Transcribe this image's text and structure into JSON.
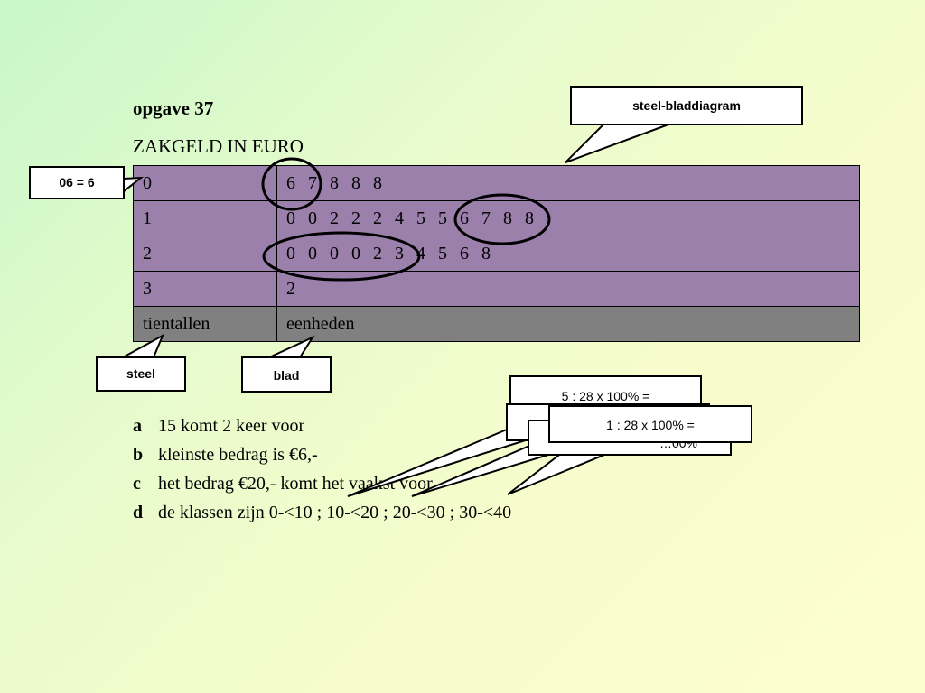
{
  "heading": "opgave 37",
  "subtitle": "ZAKGELD IN EURO",
  "table": {
    "rows": [
      {
        "stem": "0",
        "leaves": [
          "6",
          "7",
          "8",
          "8",
          "8"
        ]
      },
      {
        "stem": "1",
        "leaves": [
          "0",
          "0",
          "2",
          "2",
          "2",
          "4",
          "5",
          "5",
          "6",
          "7",
          "8",
          "8"
        ]
      },
      {
        "stem": "2",
        "leaves": [
          "0",
          "0",
          "0",
          "0",
          "2",
          "3",
          "4",
          "5",
          "6",
          "8"
        ]
      },
      {
        "stem": "3",
        "leaves": [
          "2"
        ]
      }
    ],
    "footer": {
      "stem_label": "tientallen",
      "leaf_label": "eenheden"
    }
  },
  "callouts": {
    "diagram": "steel-bladdiagram",
    "key": "06 = 6",
    "stem": "steel",
    "leaf": "blad",
    "calc_back": "5 : 28 x 100% =",
    "calc_mid_hidden": "…00%",
    "calc_front": "1 : 28 x 100% ="
  },
  "answers": [
    {
      "letter": "a",
      "text": "15 komt 2 keer voor"
    },
    {
      "letter": "b",
      "text": "kleinste bedrag is €6,-"
    },
    {
      "letter": "c",
      "text": "het bedrag €20,- komt het vaakst voor"
    },
    {
      "letter": "d",
      "text": "de klassen zijn  0-<10 ; 10-<20 ; 20-<30 ; 30-<40"
    }
  ]
}
